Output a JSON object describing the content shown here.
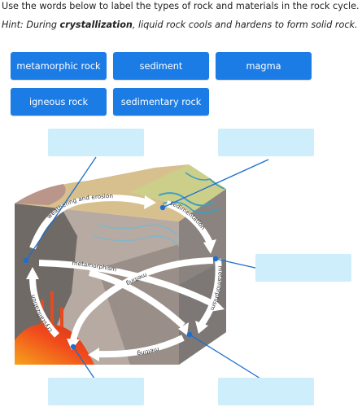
{
  "instructions": "Use the words below to label the types of rock and materials in the rock cycle.",
  "hint": {
    "prefix": "Hint: During ",
    "bold": "crystallization",
    "suffix": ", liquid rock cools and hardens to form solid rock."
  },
  "word_bank": [
    {
      "label": "metamorphic rock"
    },
    {
      "label": "sediment"
    },
    {
      "label": "magma"
    },
    {
      "label": "igneous rock"
    },
    {
      "label": "sedimentary rock"
    }
  ],
  "diagram": {
    "arrow_labels": {
      "weathering": "weathering and erosion",
      "sedimentation": "sedimentation",
      "metamorphism_upper": "metamorphism",
      "melting_upper": "melting",
      "metamorphism_right": "metamorphism",
      "crystallization": "crystallization",
      "melting_lower": "melting"
    }
  },
  "colors": {
    "chip_bg": "#1b7ce6",
    "drop_zone": "#cdeefa",
    "leader_line": "#1a6fcf",
    "magma": "#f04a1c"
  }
}
